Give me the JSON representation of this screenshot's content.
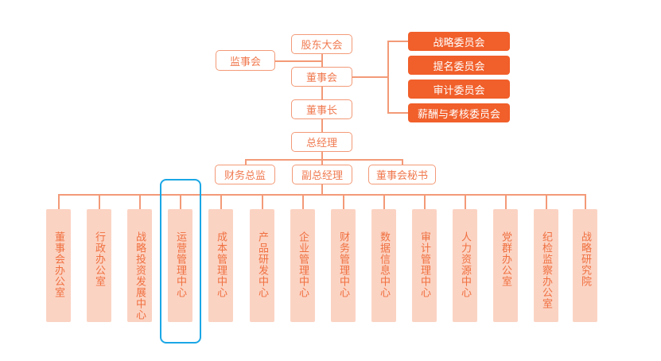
{
  "top": {
    "shareholders": "股东大会",
    "supervisory_board": "监事会",
    "board": "董事会",
    "chairman": "董事长",
    "general_manager": "总经理"
  },
  "committees": [
    "战略委员会",
    "提名委员会",
    "审计委员会",
    "薪酬与考核委员会"
  ],
  "executives": [
    "财务总监",
    "副总经理",
    "董事会秘书"
  ],
  "departments": [
    "董事会办公室",
    "行政办公室",
    "战略投资发展中心",
    "运营管理中心",
    "成本管理中心",
    "产品研发中心",
    "企业管理中心",
    "财务管理中心",
    "数据信息中心",
    "审计管理中心",
    "人力资源中心",
    "党群办公室",
    "纪检监察办公室",
    "战略研究院"
  ],
  "highlighted_department": "运营管理中心",
  "colors": {
    "outline": "#f39a78",
    "committee": "#f15f2a",
    "department": "#fbd3c3",
    "highlight": "#1aa7e6"
  }
}
